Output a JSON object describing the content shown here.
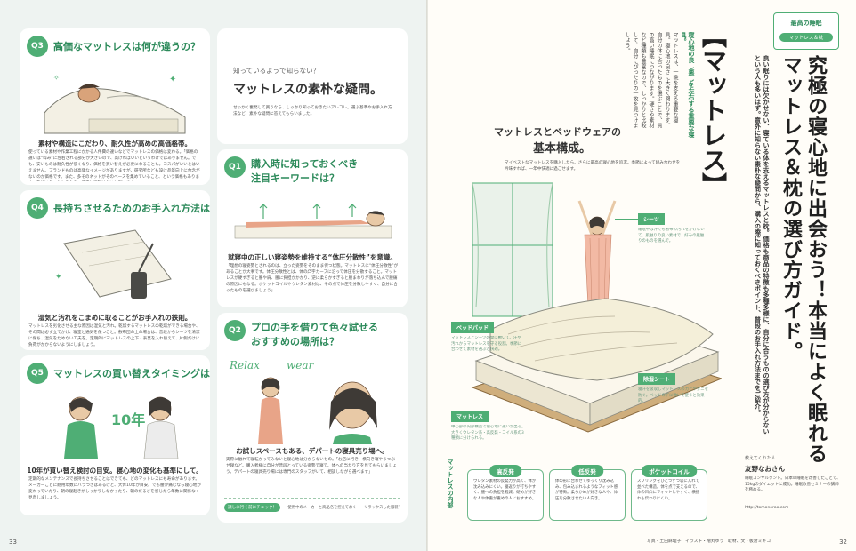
{
  "left_page": {
    "q3": {
      "badge": "Q3",
      "title": "高価なマットレスは何が違うの？",
      "headline": "素材や構造にこだわり、耐久性が高めの高価格帯。",
      "body": "使っている素材や作業工程にかかる人件費の違いなどでマットレスの価格は変わる。「価格の違いは“枠み”に左右される部分が大きいので、高ければいいというわけではありません。でも、安いものは耐久性が低くなり、価格を買い替えが必要になることも。コスパがいいとはいえません。ブランドものは高価なイメージがありますが、研究所なども設け品質向上に余念がないのが価格です。また、多そのネットがそのペースを集めていること、という価格もあります。自分に合ったものなら、投資して損はないと思います」"
    },
    "q4": {
      "badge": "Q4",
      "title": "長持ちさせるためのお手入れ方法は？",
      "headline": "湿気と汚れをこまめに取ることがお手入れの鉄則。",
      "body": "マットレスを劣化させる主な原因は湿気と汚れ。乾燥するマットレスの乾燥ができる場合や、その間は必ず立てかけ、寝室と通気を保つこと。敷布団の上の場合は、普段からシーツを清潔に保ち、湿気をためない工夫を。定期的にマットレスの上下・表裏を入れ替えて、片側だけに負荷がかからないようにしましょう。"
    },
    "q5": {
      "badge": "Q5",
      "title": "マットレスの買い替えタイミングは？",
      "headline": "10年が買い替え検討の目安。寝心地の変化も基準にして。",
      "body": "定期的なメンテナンスで長持ちさせることはできても、どのマットレスにも寿命があります。メーカーごとに耐用年数にバラつきはあるけど、大体10年が目安。でも腰が痛むなら寝心地が変わっていたり、朝の寝起きがしっかりしなかったり、朝のだるさを感じたら年数に関係なく見直しましょう。"
    },
    "intro": {
      "kicker": "知っているようで知らない？",
      "title": "マットレスの素朴な疑問。",
      "lead": "せっかく奮発して買うなら、しっかり知っておきたいアレコレ。選ぶ基準やお手入れ方法など、素朴な疑問に答えてもらいました。"
    },
    "q1": {
      "badge": "Q1",
      "title_line1": "購入時に知っておくべき",
      "title_line2": "注目キーワードは？",
      "headline": "就寝中の正しい寝姿勢を維持する“体圧分散性”を意識。",
      "body": "「理想の寝姿勢とされるのは、立った姿勢をそのまま保つ状態。マットレスに“体圧分散性”があることが大事です。体圧分散性とは、体の凸字カーブに沿って体圧を分散すること。マットレスが硬すぎると腰や肩、腰に負担がかかり、逆に柔らかすぎると腰まわりが落ち込んで腰痛の原因にもなる。ポケットコイルやウレタン素材は、その点で体圧を分散しやすく、自分に合ったものを選びましょう」"
    },
    "q2": {
      "badge": "Q2",
      "title_line1": "プロの手を借りて色々試せる",
      "title_line2": "おすすめの場所は？",
      "headline": "お試しスペースもある、デパートの寝具売り場へ。",
      "body": "実際に触れて寝転がってみないと寝心地は分からないもの。「お店に行き、横向き寝やうつぶせ寝など、購入者様に自分が普段とっている姿勢で寝て、体への当たり方を見てもらいましょう。デパートの寝具売り場には専門のスタッフがいて、相談しながら選べます」",
      "speech": [
        "Relax",
        "wear"
      ],
      "footer_badge": "試しに行く前にチェック！",
      "footer_points": "・使用中のメーカーと商品名を控えておく　・リラックスした服装で、着替えやすいものを"
    },
    "page_number": "33"
  },
  "right_page": {
    "category_line1": "最高の睡眠",
    "category_line2": "マットレス＆枕",
    "headline_col1": "究極の寝心地に出会おう！本当によく眠れる",
    "headline_col2": "マットレス＆枕の選び方ガイド。",
    "lead": "良い眠りには欠かせない、寝ている体を支えるマットレスと枕。価格も商品の特徴も多種多様に、自分に合うものの選び方が分からないという人も多いはず。意外に知らない素朴な疑問から、購入の際に知っておくべきポイント、普段のお手入れ方法までをご紹介。",
    "section_label": "【マットレス】",
    "section_intro_bold": "寝心地の良し悪しを左右する重要な寝具。",
    "section_intro": "マットレスは、一晩を支える重要な寝具。寝心地の良さに大きく関わります。自分の体に合ったものを選ぶことで、質の高い睡眠につながります。硬さや素材など種類も豊富なので、しっかりと比較して、自分にぴったりの一枚を見つけましょう。",
    "diagram_title_line1": "マットレスとベッドウェアの",
    "diagram_title_line2": "基本構成。",
    "diagram_lead": "マイベストなマットレスを購入したら、さらに最高の寝心地を追求。季節によって組み合わせを吟味すれば、一年中快適に過ごせます。",
    "labels": [
      {
        "name": "シーツ",
        "desc": "睡眠中は汗でも敷布の汚れをかけないて、肌触りの良い素材で、好みの肌触りのものを選んで。"
      },
      {
        "name": "ベッドパッド",
        "desc": "マットレスとシーツの間に敷いて、汗や汚れからマットレスを守る役割。季節に合わせて素材を選ぶと快適。"
      },
      {
        "name": "除湿シート",
        "desc": "寝汗を吸収しマットレスのカビやダニを防ぐ。ベッドの下に敷いて使うと効果的。"
      },
      {
        "name": "マットレス",
        "desc": "中心部の内部構造で寝心地に違いが出る。大きくウレタン系・高反発・コイル系の3種類に分けられる。"
      }
    ],
    "inner_label": "マットレスの内部",
    "kinds": [
      {
        "name": "高反発",
        "desc": "ウレタン素材の反発力が高く、体が沈み込みにくい。寝返りが打ちやすく、腰への負担を軽減。硬めが好きな人や体重が重めの人におすすめ。"
      },
      {
        "name": "低反発",
        "desc": "体の形に合わせてゆっくり沈み込み、包み込まれるようなフィット感が特徴。柔らかめが好きな人や、体圧を分散させたい人向き。"
      },
      {
        "name": "ポケットコイル",
        "desc": "スプリングをひとつずつ袋に入れて並べた構造。体を点で支えるので、体の凹凸にフィットしやすく、横揺れも伝わりにくい。"
      }
    ],
    "expert_label": "教えてくれた人",
    "expert_name": "友野なおさん",
    "expert_bio": "睡眠コンサルタント。日本の睡眠を改善したことで、15kgのダイエットに成功。睡眠改善セミナーの講師を務める。",
    "expert_url": "http://tomonorao.com",
    "credits": "写真・土田麻理子　イラスト・増丸ゆう　取材、文・板倉ミキコ",
    "page_number": "32"
  },
  "colors": {
    "accent": "#4fae75",
    "accent_dark": "#2c8a5a",
    "cream": "#f4efd9",
    "left_bg": "#eef3f1"
  }
}
